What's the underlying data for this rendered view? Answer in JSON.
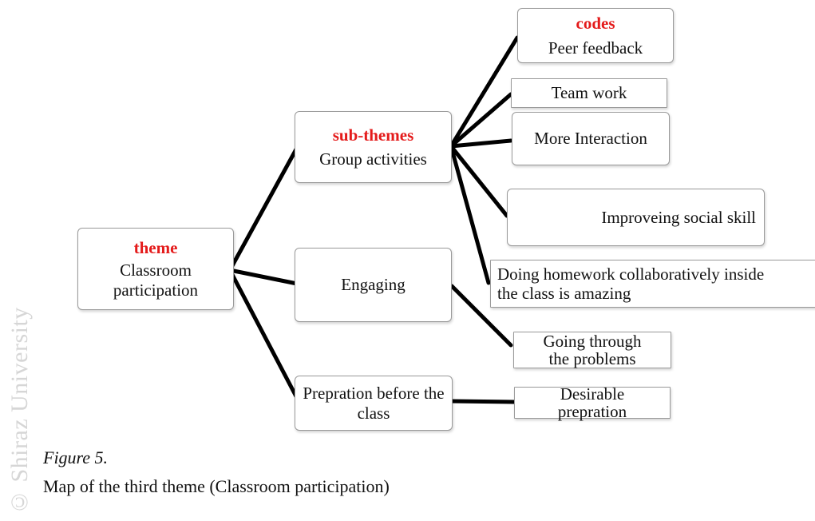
{
  "watermark": "© Shiraz University",
  "theme": {
    "tag": "theme",
    "label": "Classroom participation"
  },
  "subthemes": {
    "tag": "sub-themes",
    "group_activities": "Group activities",
    "engaging": "Engaging",
    "prepration": "Prepration before the class"
  },
  "codes": {
    "tag": "codes",
    "peer_feedback": "Peer feedback",
    "team_work": "Team work",
    "more_interaction": "More Interaction",
    "social_skill": "Improveing social skill",
    "homework": "Doing homework collaboratively inside the class  is amazing",
    "going_through": "Going through the problems",
    "desirable": "Desirable prepration"
  },
  "caption": {
    "figure": "Figure 5.",
    "text": "Map of the third theme (Classroom participation)"
  }
}
